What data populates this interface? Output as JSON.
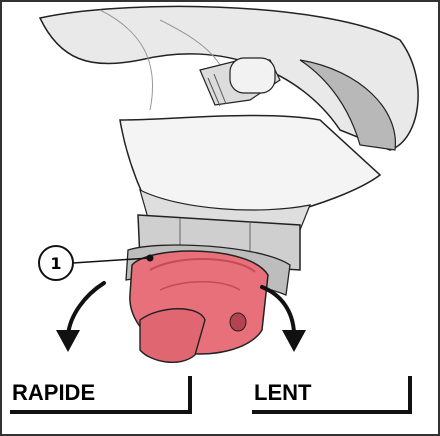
{
  "callout": {
    "number": "1"
  },
  "labels": {
    "left": "RAPIDE",
    "right": "LENT"
  },
  "colors": {
    "knob": "#e8707a",
    "knob_dark": "#c24c57",
    "outline": "#1a1a1a"
  }
}
